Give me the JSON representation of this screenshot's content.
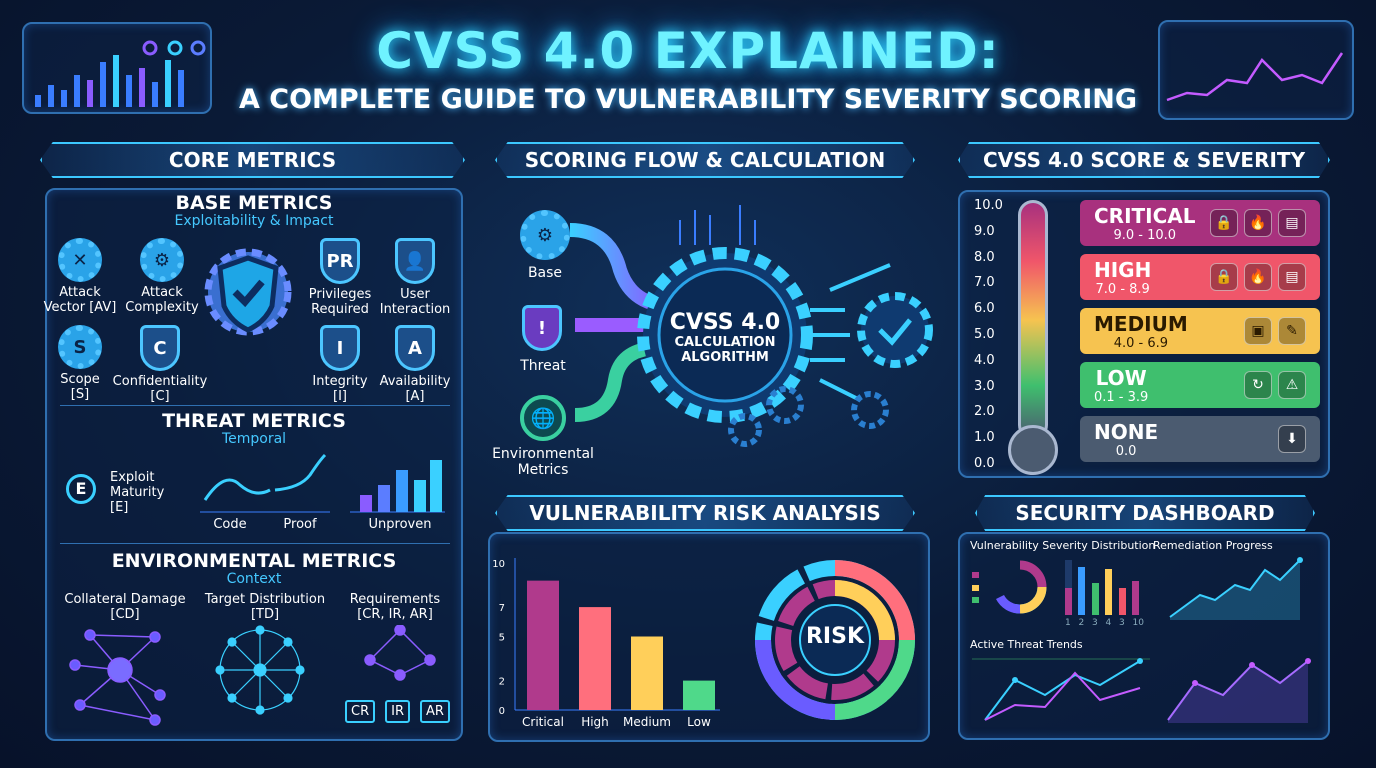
{
  "header": {
    "title": "CVSS 4.0 EXPLAINED:",
    "subtitle": "A COMPLETE GUIDE TO VULNERABILITY SEVERITY SCORING"
  },
  "core": {
    "banner": "CORE METRICS",
    "base": {
      "title": "BASE METRICS",
      "subtitle": "Exploitability & Impact",
      "items": [
        {
          "line1": "Attack",
          "line2": "Vector [AV]",
          "icon": "gear-tools-icon",
          "glyph": "✕"
        },
        {
          "line1": "Attack",
          "line2": "Complexity",
          "icon": "gear-cog-icon",
          "glyph": "⚙"
        },
        {
          "line1": "Privileges",
          "line2": "Required",
          "icon": "shield-pr-icon",
          "glyph": "PR"
        },
        {
          "line1": "User",
          "line2": "Interaction",
          "icon": "shield-user-icon",
          "glyph": "👤"
        },
        {
          "line1": "Scope",
          "line2": "[S]",
          "icon": "gear-s-icon",
          "glyph": "S"
        },
        {
          "line1": "Confidentiality",
          "line2": "[C]",
          "icon": "shield-c-icon",
          "glyph": "C"
        },
        {
          "line1": "Integrity",
          "line2": "[I]",
          "icon": "shield-i-icon",
          "glyph": "I"
        },
        {
          "line1": "Availability",
          "line2": "[A]",
          "icon": "shield-a-icon",
          "glyph": "A"
        }
      ]
    },
    "threat": {
      "title": "THREAT METRICS",
      "subtitle": "Temporal",
      "exploit_line1": "Exploit",
      "exploit_line2": "Maturity",
      "exploit_line3": "[E]",
      "exploit_glyph": "E",
      "charts": [
        "Code",
        "Proof",
        "Unproven"
      ]
    },
    "environmental": {
      "title": "ENVIRONMENTAL METRICS",
      "subtitle": "Context",
      "items": [
        {
          "line1": "Collateral Damage",
          "line2": "[CD]"
        },
        {
          "line1": "Target Distribution",
          "line2": "[TD]"
        },
        {
          "line1": "Requirements",
          "line2": "[CR, IR, AR]"
        }
      ],
      "req_tags": [
        "CR",
        "IR",
        "AR"
      ]
    }
  },
  "flow": {
    "banner": "SCORING FLOW & CALCULATION",
    "inputs": [
      "Base",
      "Threat",
      "Environmental Metrics"
    ],
    "center_line1": "CVSS 4.0",
    "center_line2": "CALCULATION",
    "center_line3": "ALGORITHM"
  },
  "risk": {
    "banner": "VULNERABILITY RISK ANALYSIS",
    "center": "RISK"
  },
  "chart_data": {
    "type": "bar",
    "categories": [
      "Critical",
      "High",
      "Medium",
      "Low"
    ],
    "values": [
      8.8,
      7,
      5,
      2
    ],
    "yticks": [
      0,
      2,
      5,
      7,
      10
    ],
    "ylim": [
      0,
      10
    ],
    "colors": [
      "#b03a8c",
      "#ff6f7d",
      "#ffcf5a",
      "#4fd98a"
    ]
  },
  "severity": {
    "banner": "CVSS 4.0 SCORE & SEVERITY",
    "scale": [
      "10.0",
      "9.0",
      "8.0",
      "7.0",
      "6.0",
      "5.0",
      "4.0",
      "3.0",
      "2.0",
      "1.0",
      "0.0"
    ],
    "levels": [
      {
        "name": "CRITICAL",
        "range": "9.0 - 10.0",
        "color": "#a8317e",
        "icons": [
          "🔒",
          "🔥",
          "▤"
        ]
      },
      {
        "name": "HIGH",
        "range": "7.0 - 8.9",
        "color": "#f0566a",
        "icons": [
          "🔒",
          "🔥",
          "▤"
        ]
      },
      {
        "name": "MEDIUM",
        "range": "4.0 - 6.9",
        "color": "#f6c350",
        "icons": [
          "▣",
          "✎"
        ]
      },
      {
        "name": "LOW",
        "range": "0.1 - 3.9",
        "color": "#3fbf6e",
        "icons": [
          "↻",
          "⚠"
        ]
      },
      {
        "name": "NONE",
        "range": "0.0",
        "color": "#4b5b70",
        "icons": [
          "⬇"
        ]
      }
    ]
  },
  "dashboard": {
    "banner": "SECURITY DASHBOARD",
    "dist_title": "Vulnerability Severity Distribution",
    "dist_bar_labels": [
      "1",
      "2",
      "3",
      "4",
      "3",
      "10"
    ],
    "progress_title": "Remediation Progress",
    "threat_title": "Active Threat Trends"
  }
}
